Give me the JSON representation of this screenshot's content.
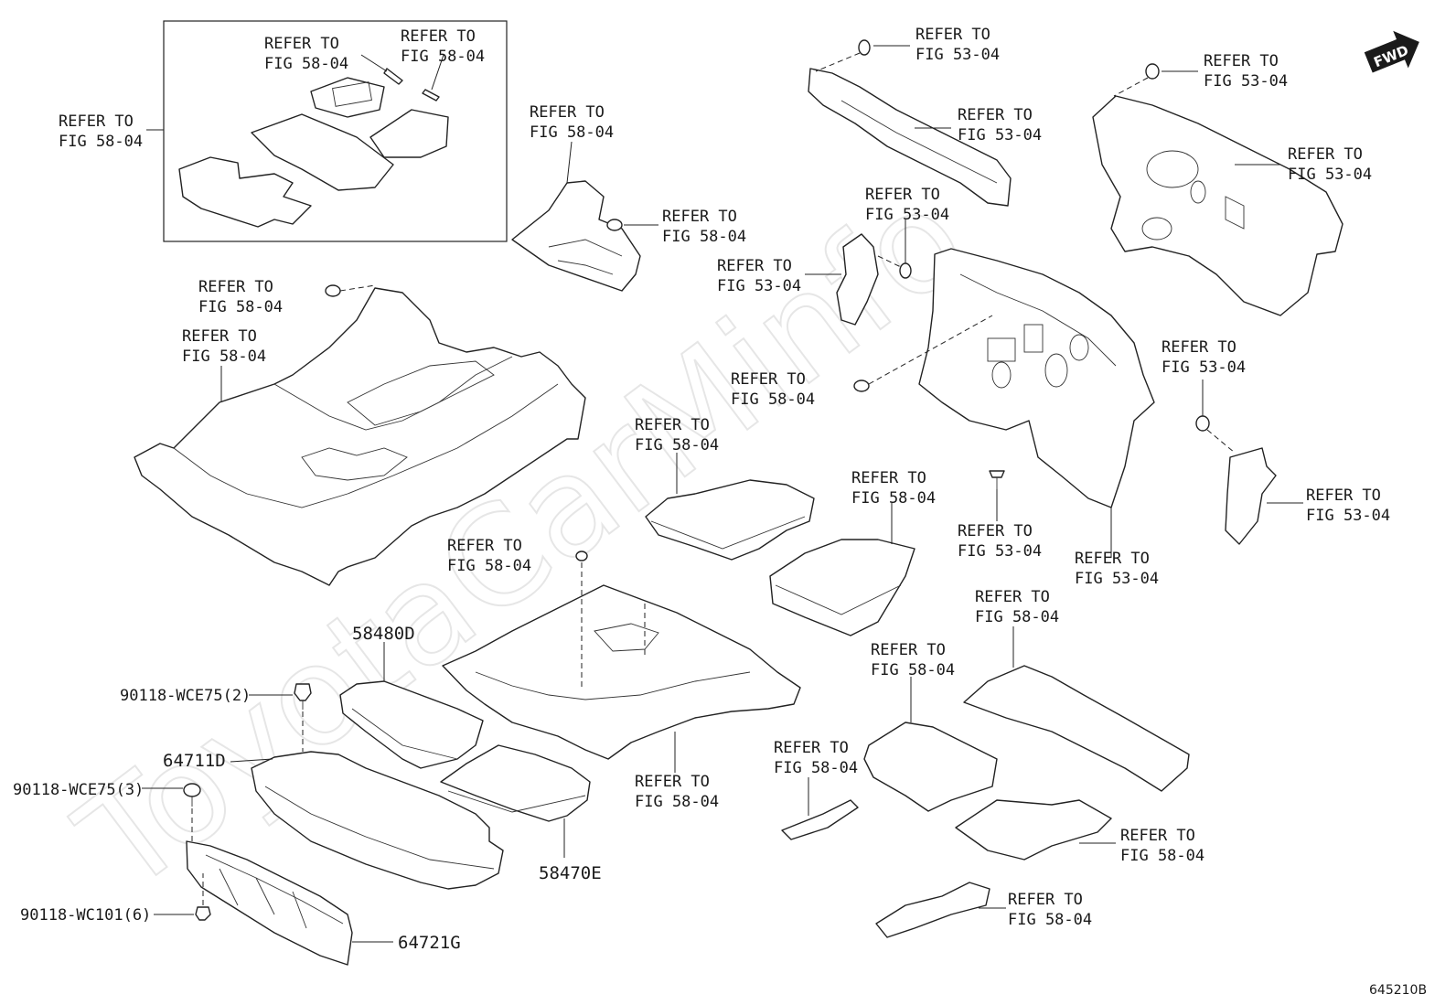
{
  "diagram": {
    "watermark": "ToyotaCarMinfo",
    "code": "645210B",
    "direction_badge": "FWD",
    "refer_line1": "REFER TO",
    "callouts": [
      {
        "id": "c1",
        "ref": "FIG 58-04"
      },
      {
        "id": "c2",
        "ref": "FIG 58-04"
      },
      {
        "id": "c3",
        "ref": "FIG 58-04"
      },
      {
        "id": "c4",
        "ref": "FIG 58-04"
      },
      {
        "id": "c5",
        "ref": "FIG 58-04"
      },
      {
        "id": "c6",
        "ref": "FIG 58-04"
      },
      {
        "id": "c7",
        "ref": "FIG 58-04"
      },
      {
        "id": "c8",
        "ref": "FIG 53-04"
      },
      {
        "id": "c9",
        "ref": "FIG 53-04"
      },
      {
        "id": "c10",
        "ref": "FIG 53-04"
      },
      {
        "id": "c11",
        "ref": "FIG 53-04"
      },
      {
        "id": "c12",
        "ref": "FIG 53-04"
      },
      {
        "id": "c13",
        "ref": "FIG 53-04"
      },
      {
        "id": "c14",
        "ref": "FIG 58-04"
      },
      {
        "id": "c15",
        "ref": "FIG 53-04"
      },
      {
        "id": "c16",
        "ref": "FIG 58-04"
      },
      {
        "id": "c17",
        "ref": "FIG 58-04"
      },
      {
        "id": "c18",
        "ref": "FIG 53-04"
      },
      {
        "id": "c19",
        "ref": "FIG 53-04"
      },
      {
        "id": "c20",
        "ref": "FIG 53-04"
      },
      {
        "id": "c21",
        "ref": "FIG 58-04"
      },
      {
        "id": "c22",
        "ref": "FIG 58-04"
      },
      {
        "id": "c23",
        "ref": "FIG 58-04"
      },
      {
        "id": "c24",
        "ref": "FIG 58-04"
      },
      {
        "id": "c25",
        "ref": "FIG 58-04"
      },
      {
        "id": "c26",
        "ref": "FIG 58-04"
      },
      {
        "id": "c27",
        "ref": "FIG 58-04"
      }
    ],
    "parts": {
      "p58480D": "58480D",
      "p58470E": "58470E",
      "p64711D": "64711D",
      "p64721G": "64721G",
      "p90118_wce75_2": "90118-WCE75(2)",
      "p90118_wce75_3": "90118-WCE75(3)",
      "p90118_wc101_6": "90118-WC101(6)"
    }
  }
}
